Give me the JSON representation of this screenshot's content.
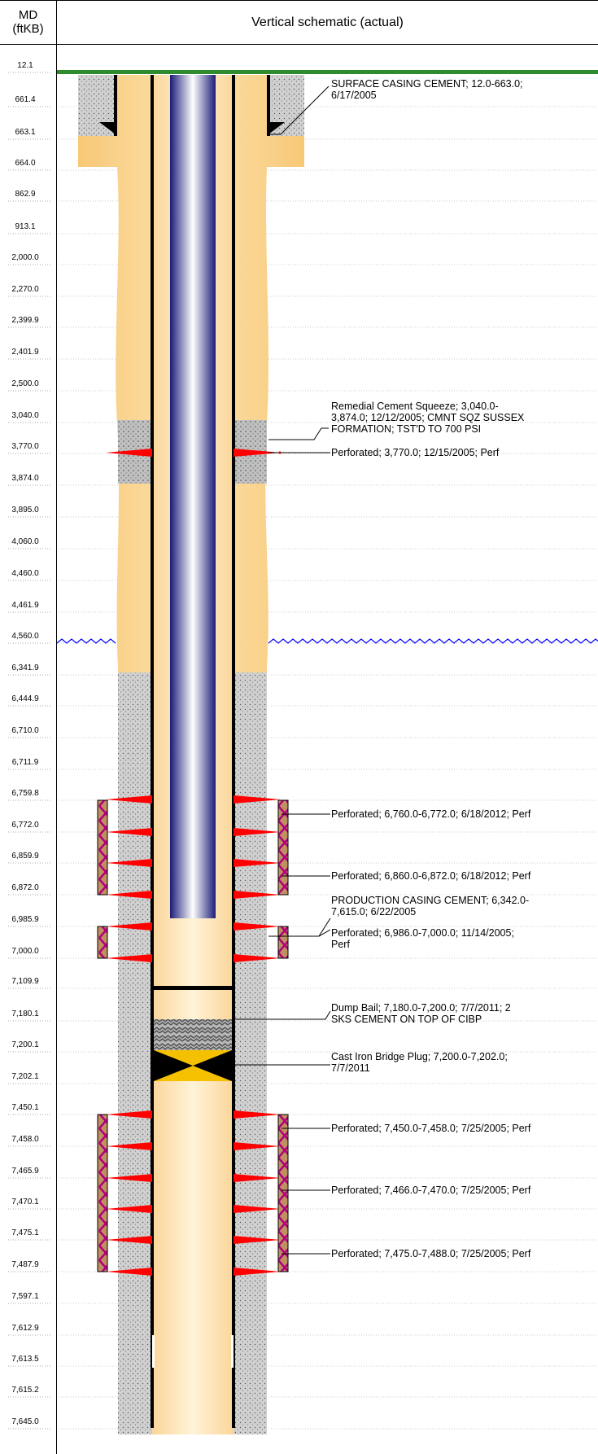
{
  "header": {
    "md_label_line1": "MD",
    "md_label_line2": "(ftKB)",
    "title": "Vertical schematic (actual)"
  },
  "depths": [
    "12.1",
    "661.4",
    "663.1",
    "664.0",
    "862.9",
    "913.1",
    "2,000.0",
    "2,270.0",
    "2,399.9",
    "2,401.9",
    "2,500.0",
    "3,040.0",
    "3,770.0",
    "3,874.0",
    "3,895.0",
    "4,060.0",
    "4,460.0",
    "4,461.9",
    "4,560.0",
    "6,341.9",
    "6,444.9",
    "6,710.0",
    "6,711.9",
    "6,759.8",
    "6,772.0",
    "6,859.9",
    "6,872.0",
    "6,985.9",
    "7,000.0",
    "7,109.9",
    "7,180.1",
    "7,200.1",
    "7,202.1",
    "7,450.1",
    "7,458.0",
    "7,465.9",
    "7,470.1",
    "7,475.1",
    "7,487.9",
    "7,597.1",
    "7,612.9",
    "7,613.5",
    "7,615.2",
    "7,645.0"
  ],
  "annotations": [
    {
      "id": "surface-cement",
      "lines": [
        "SURFACE CASING CEMENT; 12.0-663.0;",
        "6/17/2005"
      ]
    },
    {
      "id": "remedial-squeeze",
      "lines": [
        "Remedial Cement Squeeze; 3,040.0-",
        "3,874.0; 12/12/2005; CMNT SQZ SUSSEX",
        "FORMATION; TST'D TO 700 PSI"
      ]
    },
    {
      "id": "perf-3770",
      "lines": [
        "Perforated; 3,770.0; 12/15/2005; Perf"
      ]
    },
    {
      "id": "perf-6760",
      "lines": [
        "Perforated; 6,760.0-6,772.0; 6/18/2012; Perf"
      ]
    },
    {
      "id": "perf-6860",
      "lines": [
        "Perforated; 6,860.0-6,872.0; 6/18/2012; Perf"
      ]
    },
    {
      "id": "prod-cement",
      "lines": [
        "PRODUCTION CASING CEMENT; 6,342.0-",
        "7,615.0; 6/22/2005"
      ]
    },
    {
      "id": "perf-6986",
      "lines": [
        "Perforated; 6,986.0-7,000.0; 11/14/2005;",
        "Perf"
      ]
    },
    {
      "id": "dump-bail",
      "lines": [
        "Dump Bail; 7,180.0-7,200.0; 7/7/2011; 2",
        "SKS CEMENT ON TOP OF CIBP"
      ]
    },
    {
      "id": "cibp",
      "lines": [
        "Cast Iron Bridge Plug; 7,200.0-7,202.0;",
        "7/7/2011"
      ]
    },
    {
      "id": "perf-7450",
      "lines": [
        "Perforated; 7,450.0-7,458.0; 7/25/2005; Perf"
      ]
    },
    {
      "id": "perf-7466",
      "lines": [
        "Perforated; 7,466.0-7,470.0; 7/25/2005; Perf"
      ]
    },
    {
      "id": "perf-7475",
      "lines": [
        "Perforated; 7,475.0-7,488.0; 7/25/2005; Perf"
      ]
    }
  ],
  "colors": {
    "formation": "#fbd99a",
    "cement": "#c8c8c8",
    "casing": "#000000",
    "tubing": "#3a3aa8",
    "perforation": "#ff0000",
    "bridge_plug": "#f5c000",
    "water_line": "#0000ff",
    "surface": "#2e8b2e"
  }
}
